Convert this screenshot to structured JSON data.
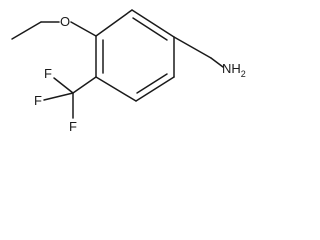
{
  "molecule": {
    "atoms": {
      "oxygen": "O",
      "amine": "NH",
      "amine_subscript": "2",
      "fluorine_1": "F",
      "fluorine_2": "F",
      "fluorine_3": "F"
    }
  }
}
